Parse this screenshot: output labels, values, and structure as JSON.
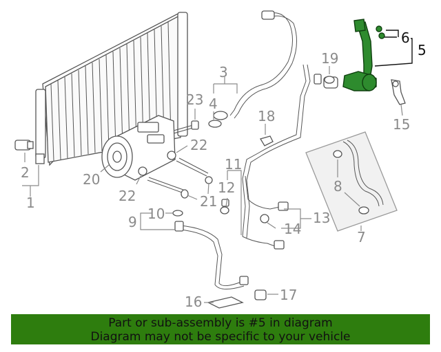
{
  "callouts": [
    "1",
    "2",
    "3",
    "4",
    "5",
    "6",
    "7",
    "8",
    "9",
    "10",
    "11",
    "12",
    "13",
    "14",
    "15",
    "16",
    "17",
    "18",
    "19",
    "20",
    "21",
    "22",
    "22",
    "23"
  ],
  "highlight_part": "5",
  "banner": {
    "line1": "Part or sub-assembly is #5 in diagram",
    "line2": "Diagram may not be specific to your vehicle"
  },
  "colors": {
    "highlight_fill": "#2e8b2e",
    "banner_bg": "#2e7d0e",
    "callout_text": "#8a8a8a",
    "callout_highlight_text": "#111111"
  }
}
